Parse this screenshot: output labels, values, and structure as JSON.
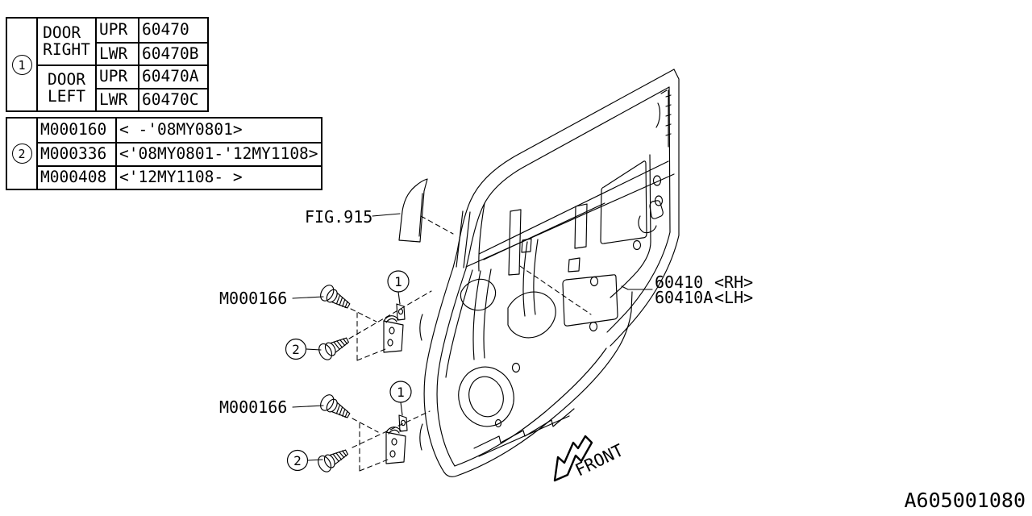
{
  "colors": {
    "background": "#ffffff",
    "ink": "#000000"
  },
  "table1": {
    "badge": "1",
    "groups": [
      {
        "name_line1": "DOOR",
        "name_line2": "RIGHT",
        "rows": [
          {
            "pos": "UPR",
            "part": "60470"
          },
          {
            "pos": "LWR",
            "part": "60470B"
          }
        ]
      },
      {
        "name_line1": "DOOR",
        "name_line2": "LEFT",
        "rows": [
          {
            "pos": "UPR",
            "part": "60470A"
          },
          {
            "pos": "LWR",
            "part": "60470C"
          }
        ]
      }
    ]
  },
  "table2": {
    "badge": "2",
    "rows": [
      {
        "part": "M000160",
        "applicability": "< -'08MY0801>"
      },
      {
        "part": "M000336",
        "applicability": "<'08MY0801-'12MY1108>"
      },
      {
        "part": "M000408",
        "applicability": "<'12MY1108- >"
      }
    ]
  },
  "diagram": {
    "fig_label": "FIG.915",
    "bolt_part": "M000166",
    "panel_rh_code": "60410",
    "panel_rh_side": "<RH>",
    "panel_lh_code": "60410A",
    "panel_lh_side": "<LH>",
    "front_label": "FRONT",
    "callout_hinge": "1",
    "callout_bolt": "2"
  },
  "footer": {
    "drawing_number": "A605001080"
  }
}
